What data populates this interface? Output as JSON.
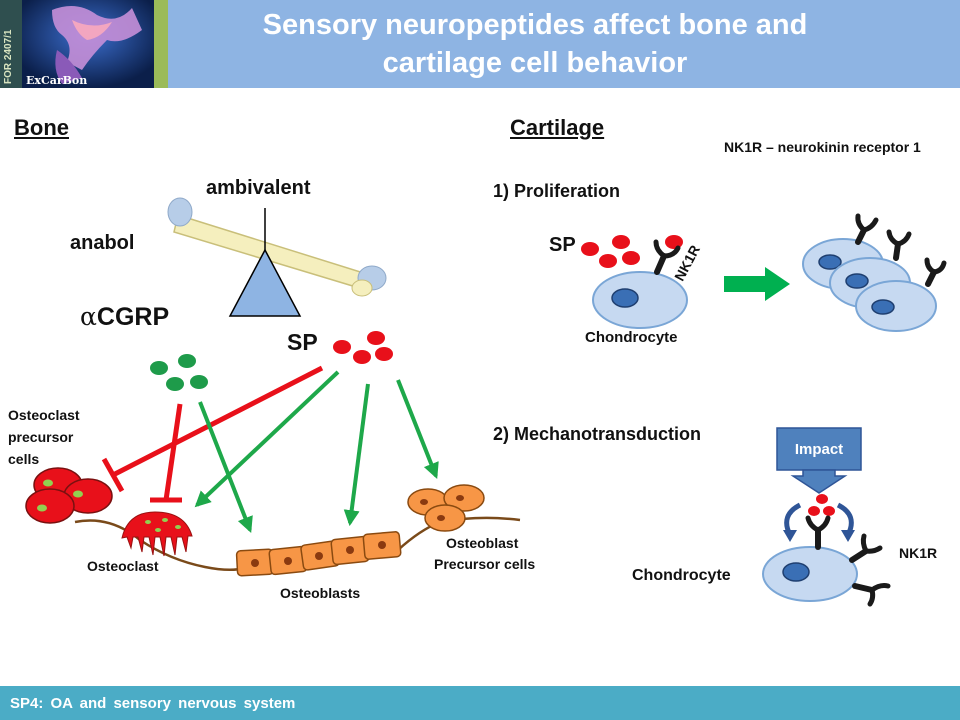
{
  "header": {
    "sidebar_text": "FOR 2407/1",
    "logo_text": "ExCarBon",
    "title_line1": "Sensory neuropeptides affect bone and",
    "title_line2": "cartilage cell behavior"
  },
  "bone": {
    "heading": "Bone",
    "ambivalent": "ambivalent",
    "anabol": "anabol",
    "alpha": "α",
    "cgrp": "CGRP",
    "sp": "SP",
    "osteoclast_precursor": [
      "Osteoclast",
      "precursor",
      "cells"
    ],
    "osteoclast": "Osteoclast",
    "osteoblasts": "Osteoblasts",
    "osteoblast_precursor": [
      "Osteoblast",
      "Precursor cells"
    ]
  },
  "cartilage": {
    "heading": "Cartilage",
    "note": "NK1R – neurokinin receptor 1",
    "proliferation": "1) Proliferation",
    "sp": "SP",
    "nk1r_rotated": "NK1R",
    "chondrocyte_1": "Chondrocyte",
    "mechanotransduction": "2) Mechanotransduction",
    "impact": "Impact",
    "nk1r": "NK1R",
    "chondrocyte_2": "Chondrocyte"
  },
  "footer": {
    "text": "SP4: OA and sensory nervous system"
  },
  "colors": {
    "header_bg": "#8eb4e3",
    "footer_bg": "#4bacc6",
    "sp_red": "#e8101a",
    "cgrp_green": "#1e9b4a",
    "stimulate_arrow": "#1ea84a",
    "inhibit_arrow": "#e8101a",
    "chondrocyte_fill": "#c6d9f1",
    "chondrocyte_nucleus": "#3a6fb5",
    "osteoblast_fill": "#f79646",
    "impact_fill": "#4f81bd"
  }
}
